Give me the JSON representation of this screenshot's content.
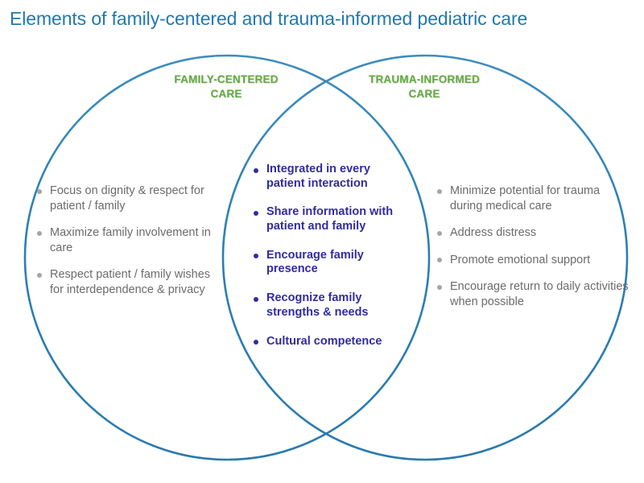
{
  "page": {
    "title": "Elements of family-centered and trauma-informed pediatric care",
    "background": "#ffffff"
  },
  "colors": {
    "title": "#2278AE",
    "circle_stroke": "#2B7FB4",
    "circle_label": "#62AD3E",
    "side_text": "#6B6B6B",
    "side_bullet": "#A6A6A6",
    "center_text": "#312BA0",
    "center_bullet": "#312BA0"
  },
  "diagram": {
    "type": "venn",
    "left_circle": {
      "label": "FAMILY-CENTERED CARE",
      "label_line1": "FAMILY-CENTERED",
      "label_line2": "CARE",
      "items": [
        "Focus on dignity & respect for patient / family",
        "Maximize family involvement in care",
        "Respect patient / family wishes for interdependence & privacy"
      ]
    },
    "right_circle": {
      "label": "TRAUMA-INFORMED CARE",
      "label_line1": "TRAUMA-INFORMED",
      "label_line2": "CARE",
      "items": [
        "Minimize potential for trauma during medical care",
        "Address distress",
        "Promote emotional support",
        "Encourage return to daily activities when possible"
      ]
    },
    "intersection": {
      "items": [
        "Integrated in every patient  interaction",
        "Share information with patient and family",
        "Encourage family presence",
        "Recognize family strengths & needs",
        "Cultural competence"
      ]
    }
  }
}
